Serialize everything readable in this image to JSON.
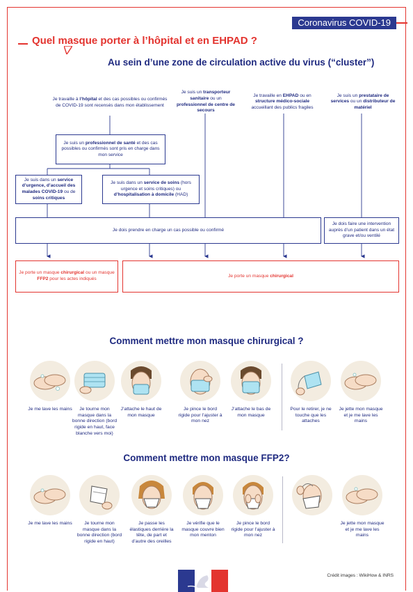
{
  "header": {
    "tag": "Coronavirus COVID-19",
    "title": "Quel masque porter à l’hôpital et en EHPAD ?",
    "subtitle": "Au sein d’une zone de circulation active du virus (“cluster”)"
  },
  "flow": {
    "hospital": [
      "Je travaille à ",
      "l’hôpital",
      " et des cas possibles ou confirmés de COVID-19 sont recensés dans mon établissement"
    ],
    "transporter": [
      "Je suis un ",
      "transporteur sanitaire",
      " ou un ",
      "professionnel de centre de secours",
      ""
    ],
    "ehpad": [
      "Je travaille en ",
      "EHPAD",
      " ou en ",
      "structure médico-sociale",
      " accueillant des publics fragiles"
    ],
    "provider": [
      "Je suis un ",
      "prestataire de services",
      " ou un ",
      "distributeur de matériel",
      ""
    ],
    "health_pro": [
      "Je suis un ",
      "professionnel de santé",
      " et des cas possibles ou confirmés sont pris en charge dans mon service"
    ],
    "urgent": [
      "Je suis dans un ",
      "service d’urgence, d’accueil des malades COVID-19",
      " ou de ",
      "soins critiques",
      ""
    ],
    "care": [
      "Je suis dans un ",
      "service de soins",
      " (hors urgence et soins critiques) ou ",
      "d’hospitalisation à domicile",
      " (HAD)"
    ],
    "take_charge": "Je dois prendre en charge un cas possible ou confirmé",
    "intervention": "Je dois faire une intervention auprès d’un patient dans un état grave et/ou ventilé",
    "mask_ffp2": [
      "Je porte un masque ",
      "chirurgical",
      " ou un masque ",
      "FFP2",
      " pour les actes indiqués"
    ],
    "mask_surgical": [
      "Je porte un masque ",
      "chirurgical",
      ""
    ]
  },
  "surgical": {
    "title": "Comment mettre mon masque chirurgical ?",
    "steps": [
      {
        "caption": "Je me lave les mains",
        "icon": "hands-washing-icon"
      },
      {
        "caption": "Je tourne mon masque dans la bonne direction (bord rigide en haut, face blanche vers moi)",
        "icon": "mask-orientation-icon"
      },
      {
        "caption": "J’attache le haut de mon masque",
        "icon": "tie-top-icon"
      },
      {
        "caption": "Je pince le bord rigide pour l’ajuster à mon nez",
        "icon": "pinch-nose-icon"
      },
      {
        "caption": "J’attache le bas de mon masque",
        "icon": "tie-bottom-icon"
      },
      {
        "caption": "Pour le retirer, je ne touche que les attaches",
        "icon": "remove-mask-icon"
      },
      {
        "caption": "Je jette mon masque et je me lave les mains",
        "icon": "discard-wash-icon"
      }
    ]
  },
  "ffp2": {
    "title": "Comment mettre mon masque FFP2?",
    "steps": [
      {
        "caption": "Je me lave les mains",
        "icon": "hands-washing-icon"
      },
      {
        "caption": "Je tourne mon masque dans la bonne direction (bord rigide en haut)",
        "icon": "ffp2-orientation-icon"
      },
      {
        "caption": "Je passe les élastiques derrière la tête, de part et d’autre des oreilles",
        "icon": "elastics-icon"
      },
      {
        "caption": "Je vérifie que le masque couvre bien mon menton",
        "icon": "check-chin-icon"
      },
      {
        "caption": "Je pince le bord rigide pour l’ajuster à mon nez",
        "icon": "pinch-nose-icon"
      },
      {
        "caption": "",
        "icon": "remove-ffp2-icon"
      },
      {
        "caption": "Je jette mon masque et je me lave les mains",
        "icon": "discard-wash-icon"
      }
    ]
  },
  "credit": "Crédit images : WikiHow & INRS",
  "colors": {
    "red": "#e3342f",
    "blue": "#2b3990",
    "skin": "#f3ece0",
    "mask": "#aee3f2"
  }
}
